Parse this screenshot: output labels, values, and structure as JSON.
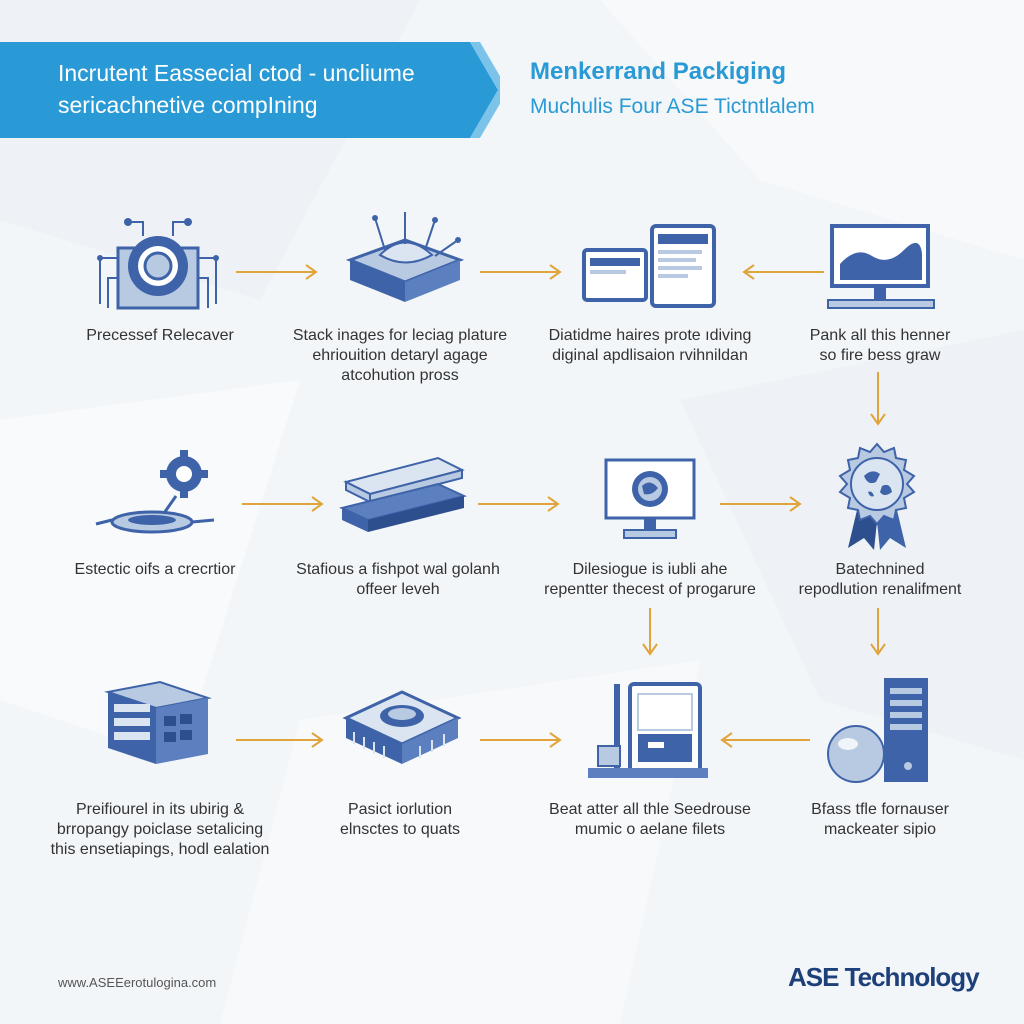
{
  "header": {
    "banner_line1": "Incrutent Eassecial ctod - uncliume",
    "banner_line2": "sericachnetive compIning",
    "title": "Menkerrand Packiging",
    "tagline": "Muchulis Four ASE Tictntlalem"
  },
  "steps": [
    {
      "icon": "gear-chip-icon",
      "lines": [
        "Precessef Relecaver"
      ]
    },
    {
      "icon": "wafer-stack-icon",
      "lines": [
        "Stack inages for leciag  plature",
        "ehriouition detaryl agage",
        "atcohution pross"
      ]
    },
    {
      "icon": "tablet-devices-icon",
      "lines": [
        "Diatidme haires prote ıdiving",
        "diginal apdlisaion rvihnildan"
      ]
    },
    {
      "icon": "monitor-chart-icon",
      "lines": [
        "Pank all this henner",
        "so fire bess graw"
      ]
    },
    {
      "icon": "gear-probe-icon",
      "lines": [
        "Estectic oifs a crecrtior"
      ]
    },
    {
      "icon": "layered-substrate-icon",
      "lines": [
        "Stafious a fishpot wal golanh",
        "offeer leveh"
      ]
    },
    {
      "icon": "monitor-globe-icon",
      "lines": [
        "Dilesiogue is iubli ahe",
        "repentter thecest of progarure"
      ]
    },
    {
      "icon": "award-badge-icon",
      "lines": [
        "Batechnined",
        "repodlution renalifment"
      ]
    },
    {
      "icon": "server-rack-icon",
      "lines": [
        "Preifiourel in its ubirig &",
        "brropangy poiclase setalicing",
        "this ensetiapings, hodl ealation"
      ]
    },
    {
      "icon": "chip-package-icon",
      "lines": [
        "Pasict iorlution",
        "elnsctes to quats"
      ]
    },
    {
      "icon": "lab-equipment-icon",
      "lines": [
        "Beat atter all thle Seedrouse",
        "mumic o aelane filets"
      ]
    },
    {
      "icon": "storage-server-icon",
      "lines": [
        "Bfass tfle fornauser",
        "mackeater sipio"
      ]
    }
  ],
  "footer": {
    "url": "www.ASEEerotulogina.com",
    "brand": "ASE Technology"
  },
  "colors": {
    "banner": "#2a9ad6",
    "icon_dark": "#3e63a8",
    "icon_light": "#b8c9e2",
    "arrow": "#e0a43a",
    "brand": "#1d3f7a"
  }
}
